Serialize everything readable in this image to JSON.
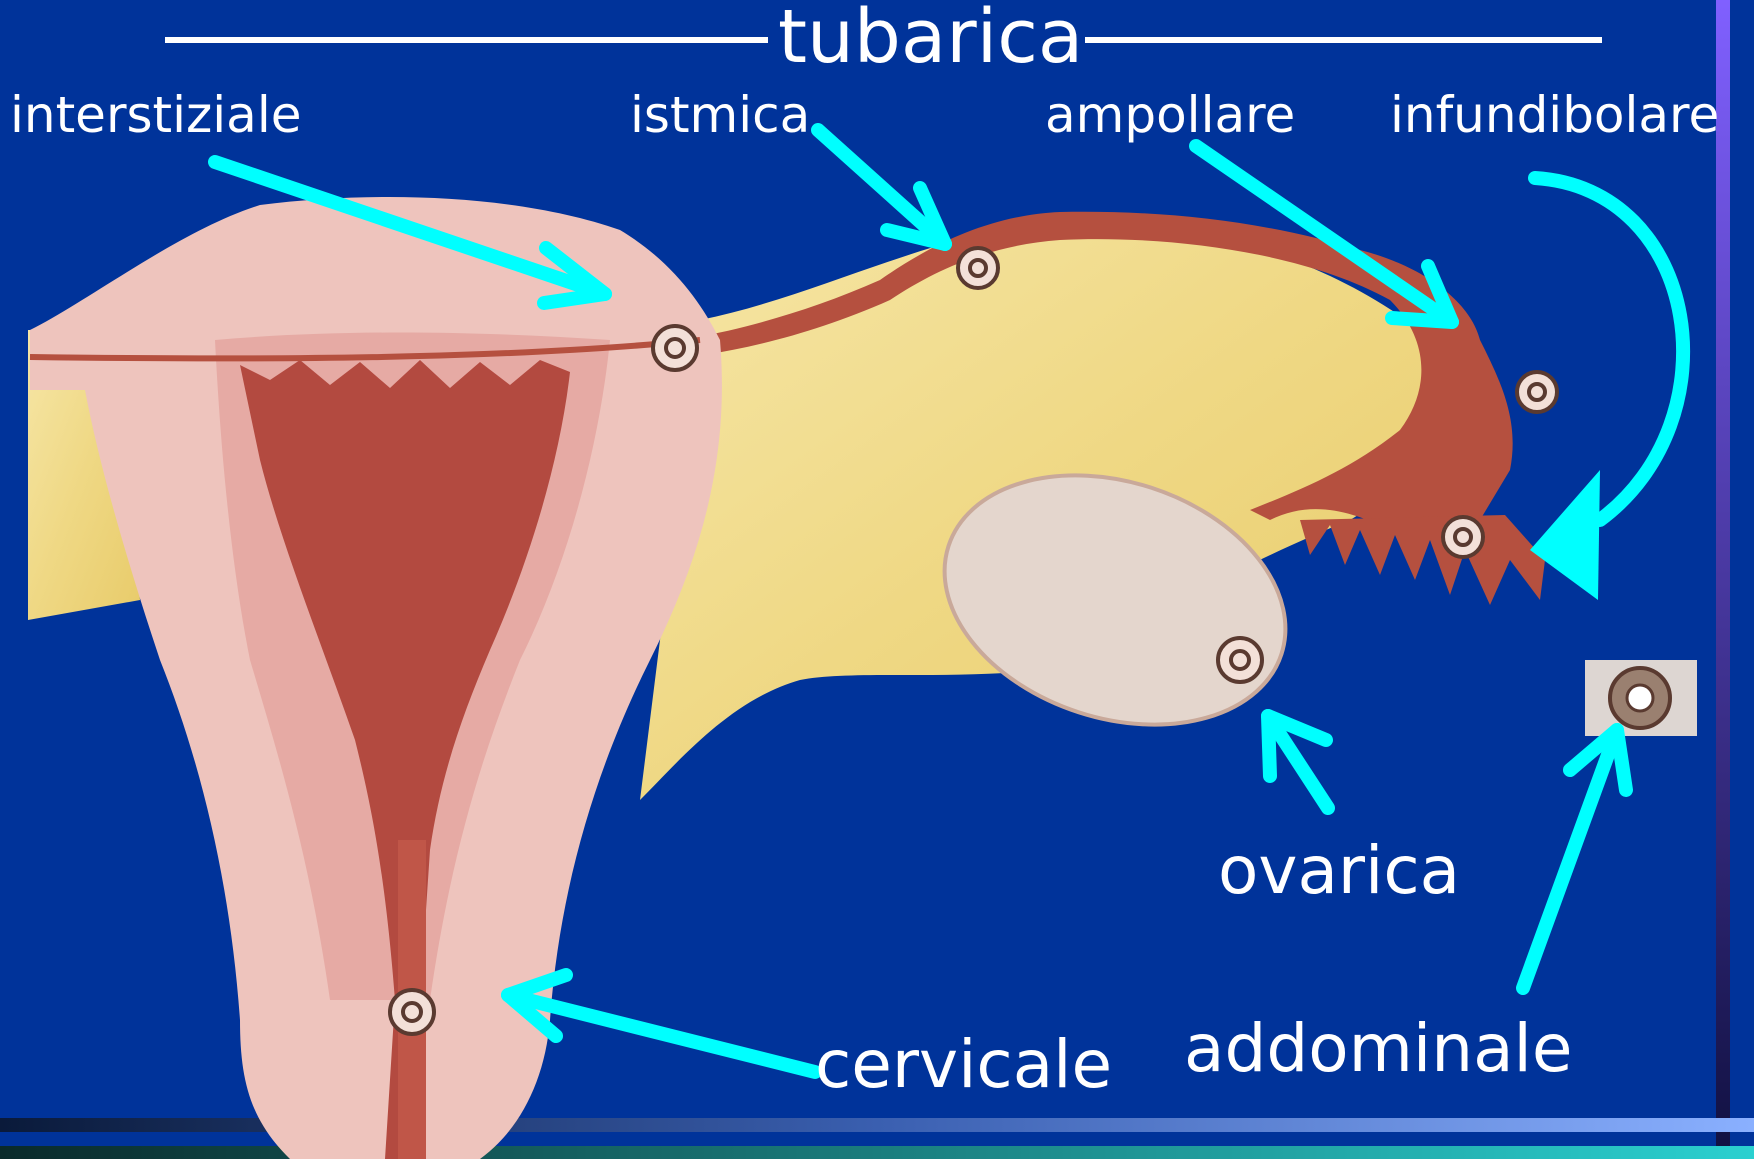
{
  "title": "tubarica",
  "labels": {
    "interstiziale": "interstiziale",
    "istmica": "istmica",
    "ampollare": "ampollare",
    "infundibolare": "infundibolare",
    "ovarica": "ovarica",
    "cervicale": "cervicale",
    "addominale": "addominale"
  },
  "colors": {
    "background": "#00339a",
    "arrow": "#00ffff",
    "text": "#ffffff",
    "uterus_wall": "#eec4bd",
    "endometrium": "#b34a40",
    "ligament": "#f1dd8a",
    "ovary": "#e4d6cd",
    "tube": "#b5503f"
  }
}
